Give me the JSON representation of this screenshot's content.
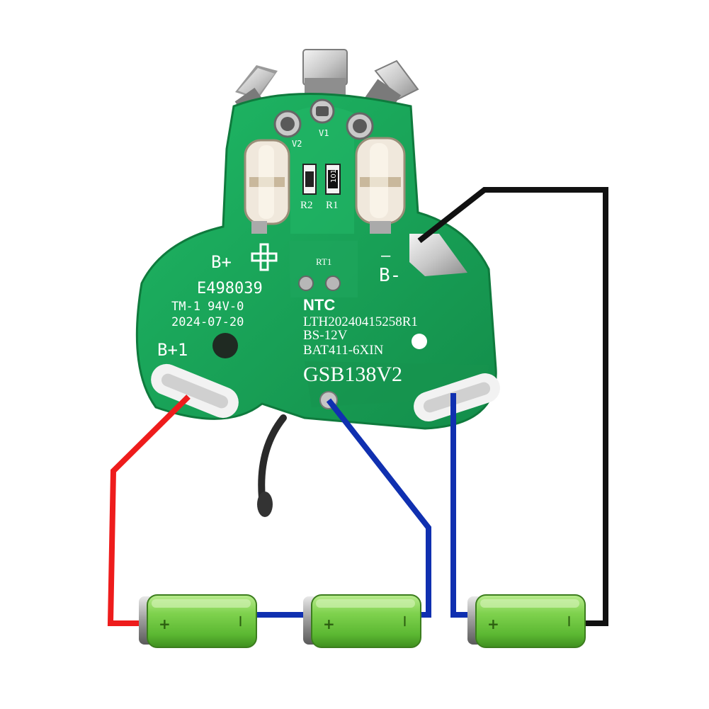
{
  "board": {
    "model": "GSB138V2",
    "cert": "E498039",
    "rating": "TM-1 94V-0",
    "date": "2024-07-20",
    "ntc_label": "NTC",
    "serial": "LTH20240415258R1",
    "bs": "BS-12V",
    "bat": "BAT411-6XIN"
  },
  "labels": {
    "b_plus": "B+",
    "b_plus_one": "B+1",
    "b_minus": "B-",
    "minus_sign": "—",
    "v1": "V1",
    "v2": "V2",
    "r1": "R1",
    "r2": "R2",
    "rt1": "RT1",
    "r1_code": "101"
  },
  "colors": {
    "pcb": "#19a55a",
    "wire_positive": "#ee1c1c",
    "wire_balance": "#1030b0",
    "wire_negative": "#111111",
    "cell": "#7ad04a"
  },
  "batteries": [
    {
      "plus": "+",
      "minus": "—"
    },
    {
      "plus": "+",
      "minus": "—"
    },
    {
      "plus": "+",
      "minus": "—"
    }
  ]
}
